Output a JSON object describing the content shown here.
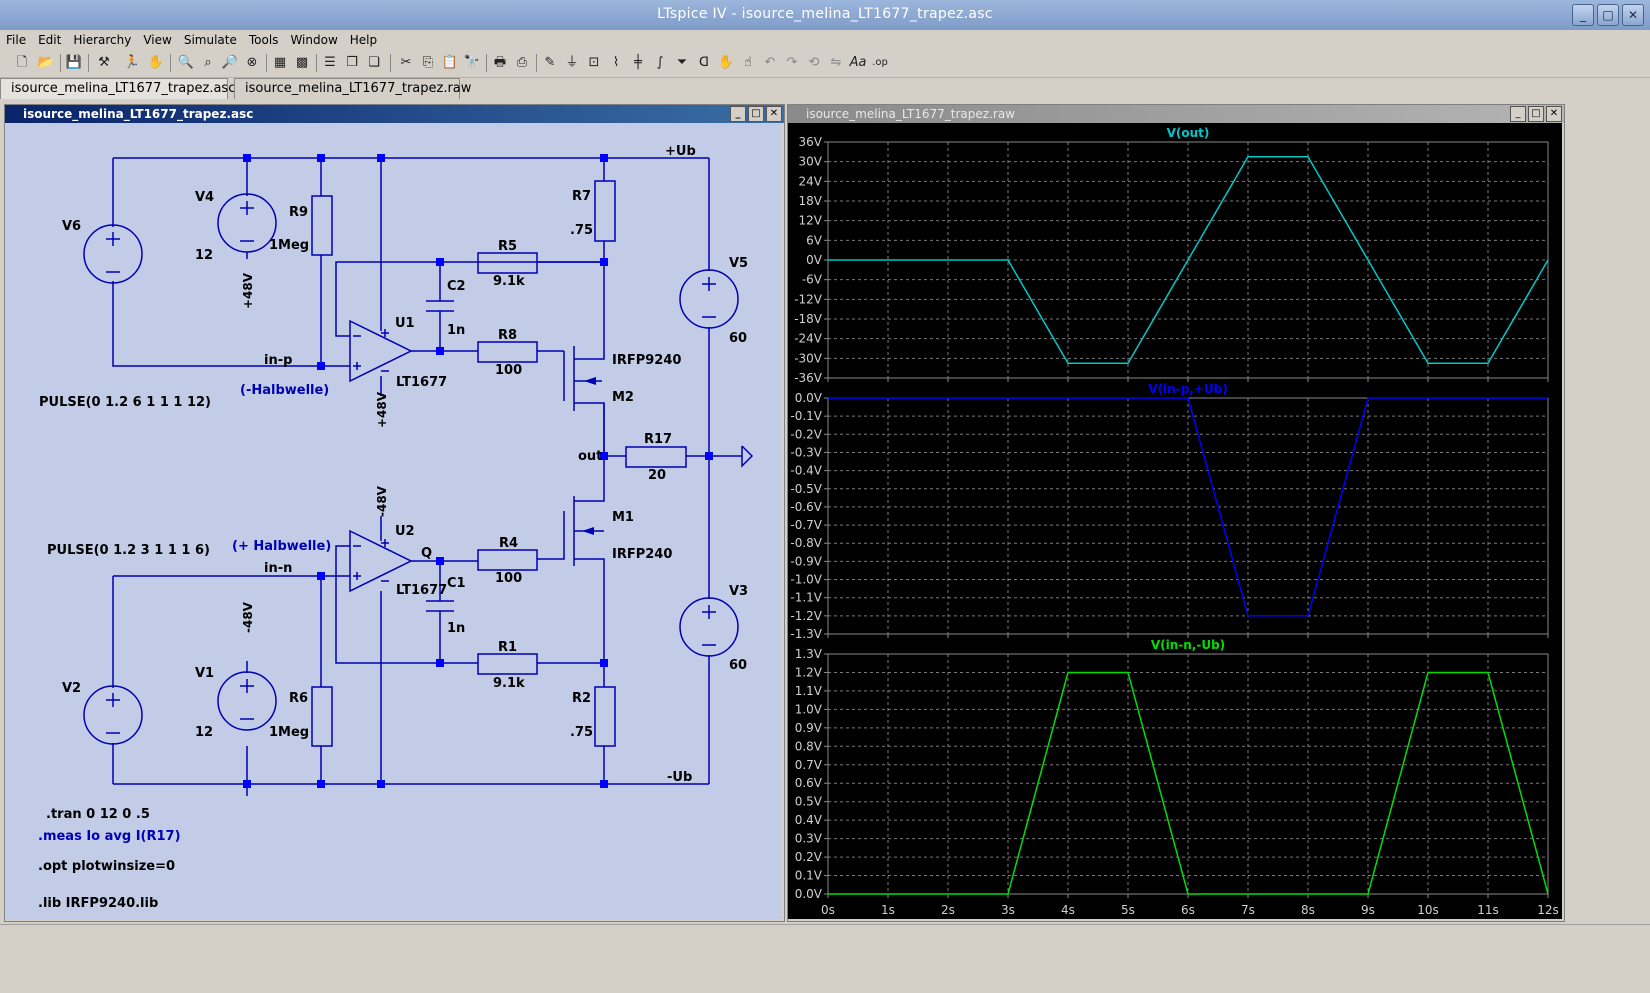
{
  "window": {
    "title": "LTspice IV - isource_melina_LT1677_trapez.asc"
  },
  "menus": [
    "File",
    "Edit",
    "Hierarchy",
    "View",
    "Simulate",
    "Tools",
    "Window",
    "Help"
  ],
  "tabs": [
    {
      "label": "isource_melina_LT1677_trapez.asc",
      "active": true
    },
    {
      "label": "isource_melina_LT1677_trapez.raw",
      "active": false
    }
  ],
  "schematic": {
    "title": "isource_melina_LT1677_trapez.asc",
    "background": "#c0cce8",
    "wire_color": "#0000b4",
    "labels": {
      "v6": "V6",
      "v4": "V4",
      "v4_val": "12",
      "r9": "R9",
      "r9_val": "1Meg",
      "r7": "R7",
      "r7_val": ".75",
      "ub_pos": "+Ub",
      "v5": "V5",
      "v5_val": "60",
      "r5": "R5",
      "r5_val": "9.1k",
      "c2": "C2",
      "c2_val": "1n",
      "u1": "U1",
      "r8": "R8",
      "r8_val": "100",
      "irfp9240": "IRFP9240",
      "m2": "M2",
      "in_p": "in-p",
      "lt1677_u1": "LT1677",
      "halbwelle_neg": "(-Halbwelle)",
      "pulse1": "PULSE(0 1.2 6 1 1 1 12)",
      "p48_v4": "+48V",
      "p48_u1": "+48V",
      "out": "out",
      "r17": "R17",
      "r17_val": "20",
      "m48_u2": "-48V",
      "u2": "U2",
      "q": "Q",
      "r4": "R4",
      "r4_val": "100",
      "m1": "M1",
      "irfp240": "IRFP240",
      "pulse2": "PULSE(0 1.2 3 1 1 1 6)",
      "halbwelle_pos": "(+ Halbwelle)",
      "in_n": "in-n",
      "lt1677_u2": "LT1677",
      "c1": "C1",
      "c1_val": "1n",
      "v3": "V3",
      "v3_val": "60",
      "m48_v1": "-48V",
      "v2": "V2",
      "v1": "V1",
      "v1_val": "12",
      "r6": "R6",
      "r6_val": "1Meg",
      "r1": "R1",
      "r1_val": "9.1k",
      "r2": "R2",
      "r2_val": ".75",
      "ub_neg": "-Ub",
      "dir_tran": ".tran 0 12 0 .5",
      "dir_meas": ".meas Io avg I(R17)",
      "dir_opt": ".opt plotwinsize=0",
      "dir_lib": ".lib IRFP9240.lib"
    }
  },
  "plot": {
    "title": "isource_melina_LT1677_trapez.raw",
    "x_ticks": [
      "0s",
      "1s",
      "2s",
      "3s",
      "4s",
      "5s",
      "6s",
      "7s",
      "8s",
      "9s",
      "10s",
      "11s",
      "12s"
    ],
    "panes": [
      {
        "trace": "V(out)",
        "color": "#00c8c8",
        "y_ticks": [
          "36V",
          "30V",
          "24V",
          "18V",
          "12V",
          "6V",
          "0V",
          "-6V",
          "-12V",
          "-18V",
          "-24V",
          "-30V",
          "-36V"
        ]
      },
      {
        "trace": "V(in-p,+Ub)",
        "color": "#0000ff",
        "y_ticks": [
          "0.0V",
          "-0.1V",
          "-0.2V",
          "-0.3V",
          "-0.4V",
          "-0.5V",
          "-0.6V",
          "-0.7V",
          "-0.8V",
          "-0.9V",
          "-1.0V",
          "-1.1V",
          "-1.2V",
          "-1.3V"
        ]
      },
      {
        "trace": "V(in-n,-Ub)",
        "color": "#00e000",
        "y_ticks": [
          "1.3V",
          "1.2V",
          "1.1V",
          "1.0V",
          "0.9V",
          "0.8V",
          "0.7V",
          "0.6V",
          "0.5V",
          "0.4V",
          "0.3V",
          "0.2V",
          "0.1V",
          "0.0V"
        ]
      }
    ]
  },
  "chart_data": [
    {
      "type": "line",
      "title": "V(out)",
      "ylabel": "",
      "xlabel": "",
      "xlim": [
        0,
        12
      ],
      "ylim": [
        -36,
        36
      ],
      "grid": true,
      "series": [
        {
          "name": "V(out)",
          "x": [
            0,
            3,
            4,
            5,
            6,
            7,
            8,
            9,
            10,
            11,
            12
          ],
          "y": [
            0,
            0,
            -31.5,
            -31.5,
            0,
            31.5,
            31.5,
            0,
            -31.5,
            -31.5,
            0
          ]
        }
      ]
    },
    {
      "type": "line",
      "title": "V(in-p,+Ub)",
      "ylabel": "",
      "xlabel": "",
      "xlim": [
        0,
        12
      ],
      "ylim": [
        -1.3,
        0
      ],
      "grid": true,
      "series": [
        {
          "name": "V(in-p,+Ub)",
          "x": [
            0,
            6,
            7,
            8,
            9,
            12
          ],
          "y": [
            0,
            0,
            -1.2,
            -1.2,
            0,
            0
          ]
        }
      ]
    },
    {
      "type": "line",
      "title": "V(in-n,-Ub)",
      "ylabel": "",
      "xlabel": "",
      "xlim": [
        0,
        12
      ],
      "ylim": [
        0,
        1.3
      ],
      "grid": true,
      "series": [
        {
          "name": "V(in-n,-Ub)",
          "x": [
            0,
            3,
            4,
            5,
            6,
            9,
            10,
            11,
            12
          ],
          "y": [
            0,
            0,
            1.2,
            1.2,
            0,
            0,
            1.2,
            1.2,
            0
          ]
        }
      ]
    }
  ]
}
